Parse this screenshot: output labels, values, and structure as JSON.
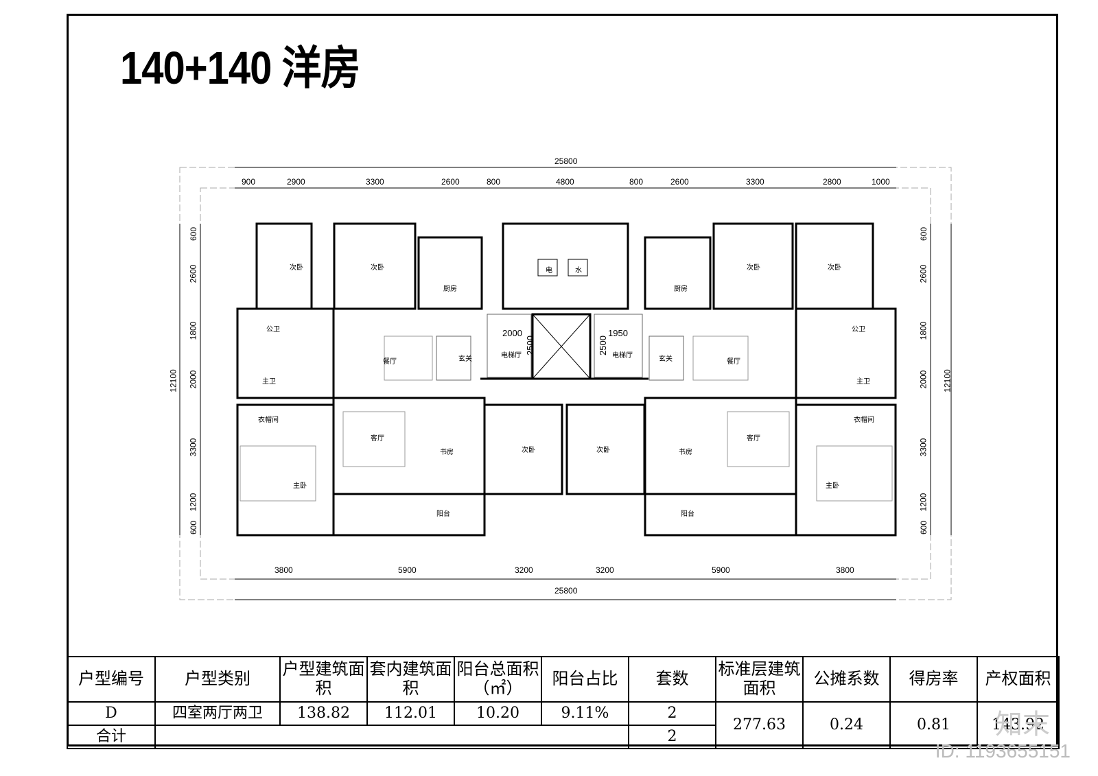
{
  "title": "140+140 洋房",
  "dims": {
    "overall": "25800",
    "top": [
      "900",
      "2900",
      "3300",
      "2600",
      "800",
      "4800",
      "800",
      "2600",
      "3300",
      "2800",
      "1000"
    ],
    "bottom": [
      "3800",
      "5900",
      "3200",
      "3200",
      "5900",
      "3800"
    ],
    "left": [
      "600",
      "2600",
      "1800",
      "2000",
      "3300",
      "1200",
      "600"
    ],
    "right": [
      "600",
      "2600",
      "1800",
      "2000",
      "3300",
      "1200",
      "600"
    ],
    "height": "12100",
    "lobby_left": "2000",
    "lobby_left_v": "2500",
    "lobby_right": "1950",
    "lobby_right_v": "2500"
  },
  "rooms": {
    "bedroom2": "次卧",
    "kitchen": "厨房",
    "public_bath": "公卫",
    "master_bath": "主卫",
    "dining": "餐厅",
    "foyer": "玄关",
    "cloakroom": "衣帽间",
    "living": "客厅",
    "study": "书房",
    "master_bed": "主卧",
    "balcony": "阳台",
    "elevator_hall": "电梯厅",
    "elec": "电",
    "water": "水"
  },
  "table": {
    "headers": [
      "户型编号",
      "户型类别",
      "户型建筑面积",
      "套内建筑面积",
      "阳台总面积（㎡）",
      "阳台占比",
      "套数",
      "标准层建筑面积",
      "公摊系数",
      "得房率",
      "产权面积"
    ],
    "row": [
      "D",
      "四室两厅两卫",
      "138.82",
      "112.01",
      "10.20",
      "9.11%",
      "2"
    ],
    "merged": [
      "277.63",
      "0.24",
      "0.81",
      "143.92"
    ],
    "total_label": "合计",
    "total_count": "2"
  },
  "watermark": {
    "id": "ID: 1193655151",
    "brand": "知末"
  }
}
